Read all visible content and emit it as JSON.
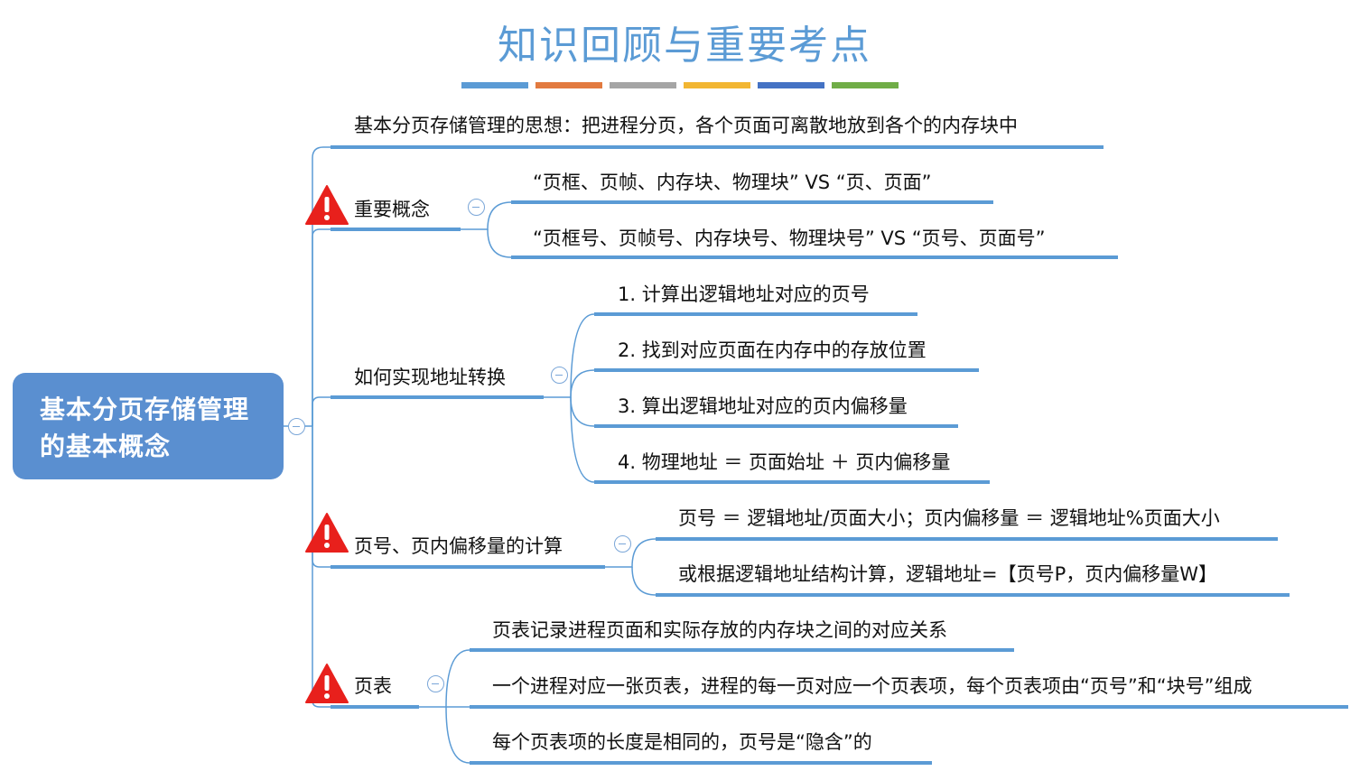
{
  "title": "知识回顾与重要考点",
  "color_bars": [
    "#5b9bd5",
    "#e27a3f",
    "#a5a5a5",
    "#f2b632",
    "#4472c4",
    "#70ad47"
  ],
  "line_color": "#5b9bd5",
  "root": {
    "line1": "基本分页存储管理",
    "line2": "的基本概念",
    "color": "#5a8fd0"
  },
  "branches": {
    "idea": "基本分页存储管理的思想：把进程分页，各个页面可离散地放到各个的内存块中",
    "concepts": {
      "label": "重要概念",
      "items": [
        "“页框、页帧、内存块、物理块” VS “页、页面”",
        "“页框号、页帧号、内存块号、物理块号” VS “页号、页面号”"
      ]
    },
    "address": {
      "label": "如何实现地址转换",
      "items": [
        "1. 计算出逻辑地址对应的页号",
        "2. 找到对应页面在内存中的存放位置",
        "3. 算出逻辑地址对应的页内偏移量",
        "4. 物理地址 ＝ 页面始址 ＋ 页内偏移量"
      ]
    },
    "calc": {
      "label": "页号、页内偏移量的计算",
      "items": [
        "页号 ＝ 逻辑地址/页面大小；页内偏移量 ＝ 逻辑地址%页面大小",
        "或根据逻辑地址结构计算，逻辑地址=【页号P，页内偏移量W】"
      ]
    },
    "table": {
      "label": "页表",
      "items": [
        "页表记录进程页面和实际存放的内存块之间的对应关系",
        "一个进程对应一张页表，进程的每一页对应一个页表项，每个页表项由“页号”和“块号”组成",
        "每个页表项的长度是相同的，页号是“隐含”的"
      ]
    }
  },
  "icons": [
    "warning-icon",
    "collapse-icon"
  ]
}
